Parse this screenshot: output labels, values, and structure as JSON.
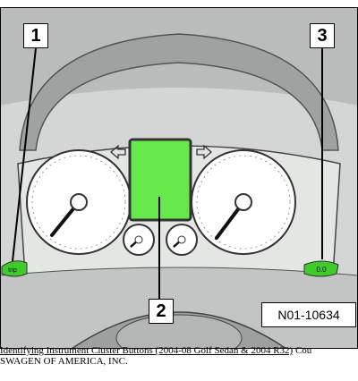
{
  "callouts": {
    "one": "1",
    "two": "2",
    "three": "3"
  },
  "reference_code": "N01-10634",
  "left_button_text": "trip",
  "right_button_text": "0.0",
  "caption": {
    "link_text": "Identifying Instrument Cluster Buttons (2004-08 Golf Sedan & 2004 R32)",
    "after_link": " Cou",
    "line2": "SWAGEN OF AMERICA, INC."
  },
  "colors": {
    "display_green": "#66e84a",
    "button_green": "#3fcc2a",
    "cluster_gray": "#cfd2d0",
    "dark_gray": "#8f9390"
  }
}
